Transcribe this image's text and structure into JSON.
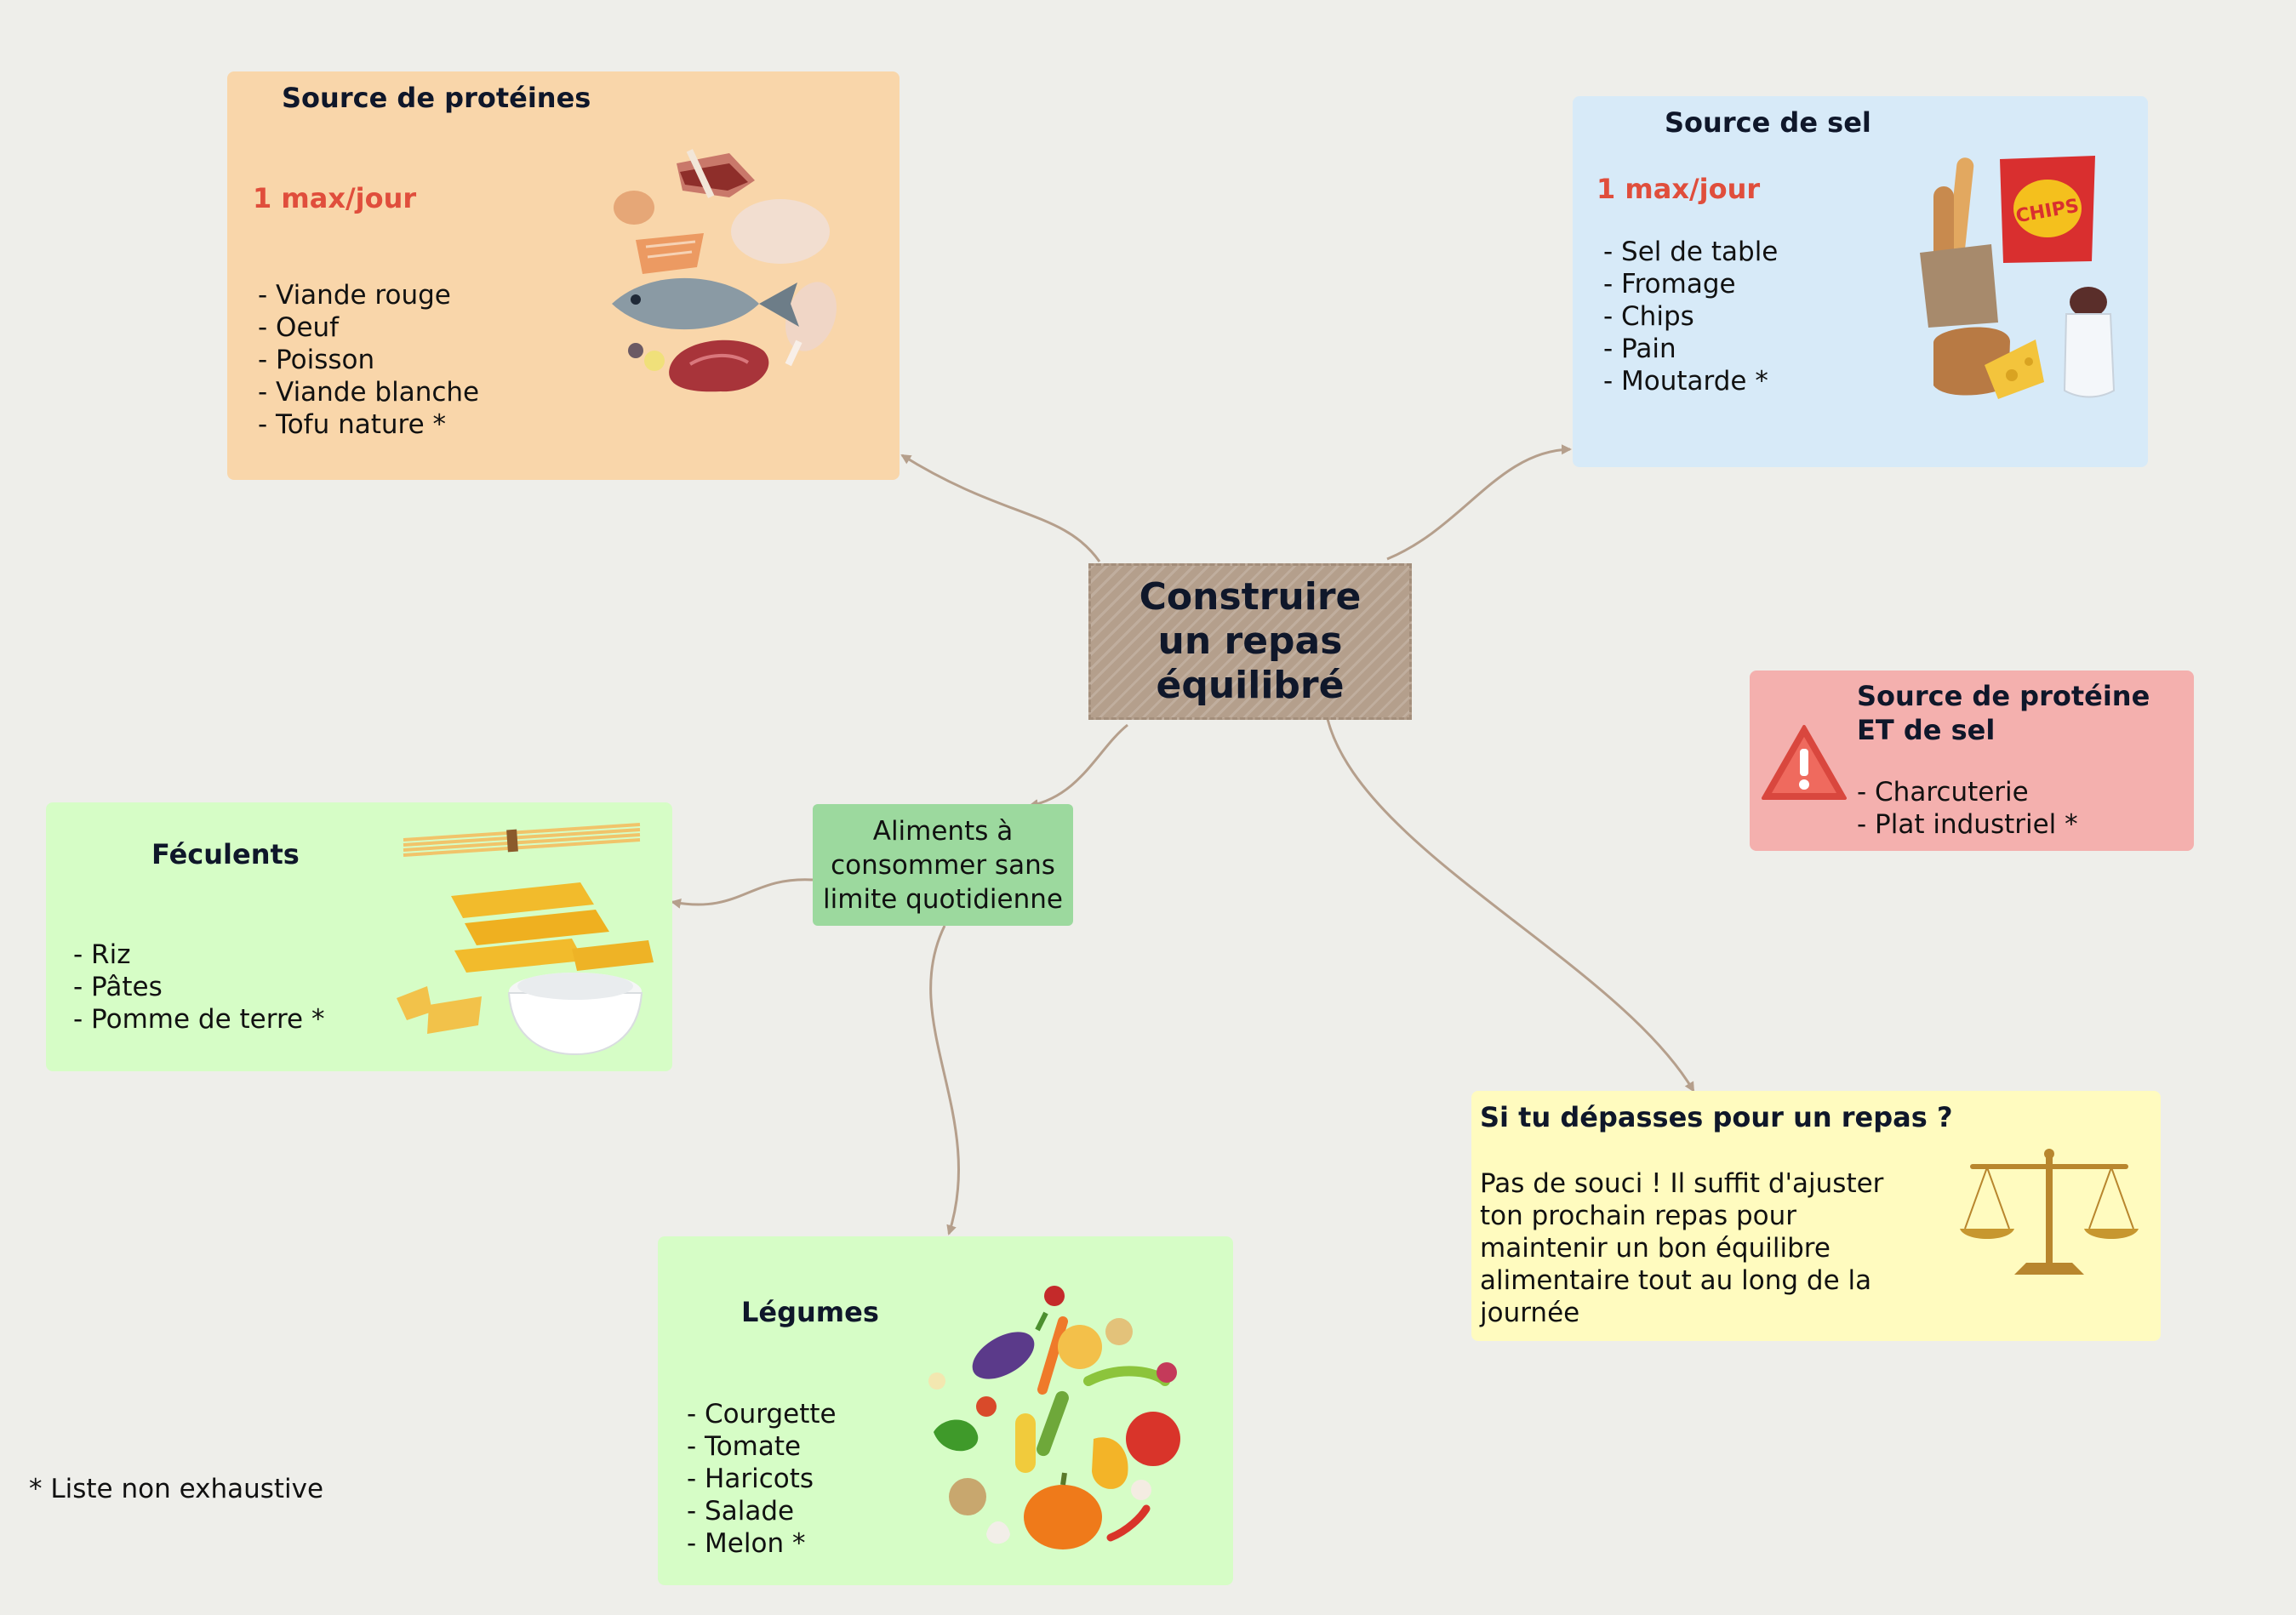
{
  "colors": {
    "background": "#eeeeea",
    "center": "#b49f8c",
    "proteins": "#f9d6aa",
    "salt": "#d7eaf8",
    "warning": "#f4b0ae",
    "green": "#d6fdc6",
    "unlimited": "#9cd99e",
    "advice": "#fffbbf",
    "accent_red": "#e04e3c",
    "connector": "#b59f8c"
  },
  "center": {
    "title": "Construire un repas équilibré"
  },
  "unlimited": {
    "label": "Aliments à consommer sans limite quotidienne"
  },
  "proteins": {
    "title": "Source de protéines",
    "limit": "1 max/jour",
    "items": [
      "- Viande rouge",
      "- Oeuf",
      "- Poisson",
      "- Viande blanche",
      "- Tofu nature *"
    ]
  },
  "salt": {
    "title": "Source de sel",
    "limit": "1 max/jour",
    "items": [
      "- Sel de table",
      "- Fromage",
      "- Chips",
      "- Pain",
      "- Moutarde *"
    ],
    "chips_text": "CHIPS"
  },
  "warning": {
    "title": "Source de protéine ET de sel",
    "items": [
      "- Charcuterie",
      "- Plat industriel *"
    ]
  },
  "starches": {
    "title": "Féculents",
    "items": [
      "- Riz",
      "- Pâtes",
      "- Pomme de terre *"
    ]
  },
  "vegetables": {
    "title": "Légumes",
    "items": [
      "- Courgette",
      "- Tomate",
      "- Haricots",
      "- Salade",
      "- Melon *"
    ]
  },
  "advice": {
    "title": "Si tu dépasses pour un repas ?",
    "text": "Pas de souci ! Il suffit d'ajuster ton prochain repas pour maintenir un bon équilibre alimentaire tout au long de la journée"
  },
  "footnote": "* Liste non exhaustive",
  "icons": [
    "meat-icon",
    "fish-icon",
    "chicken-icon",
    "egg-icon",
    "bread-icon",
    "chips-icon",
    "cheese-icon",
    "salt-shaker-icon",
    "warning-icon",
    "pasta-icon",
    "rice-bowl-icon",
    "vegetables-icon",
    "scale-icon"
  ]
}
